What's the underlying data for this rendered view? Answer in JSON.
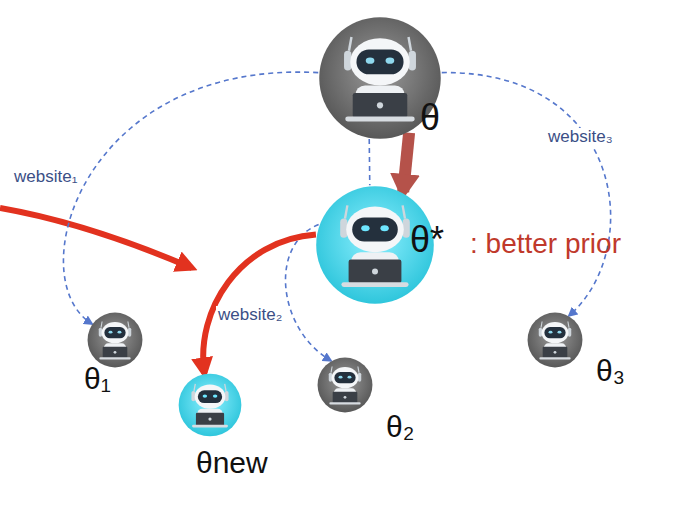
{
  "diagram": {
    "nodes": [
      {
        "text": [
          "θ"
        ]
      },
      {
        "text": [
          "θ*",
          ": better prior"
        ]
      },
      {
        "text": [
          "θ₁"
        ]
      },
      {
        "text": [
          "θnew"
        ]
      },
      {
        "text": [
          "θ₂"
        ]
      },
      {
        "text": [
          "θ₃"
        ]
      }
    ],
    "edges": [
      {
        "from": 0,
        "to": 2,
        "arrow": "to",
        "label": "website₁"
      },
      {
        "from": 0,
        "to": 1,
        "arrow": "none"
      },
      {
        "from": 0,
        "to": 1,
        "arrow": "to"
      },
      {
        "from": 1,
        "to": 4,
        "arrow": "to",
        "label": "website₂"
      },
      {
        "from": 0,
        "to": 5,
        "arrow": "to",
        "label": "website₃"
      },
      {
        "from": 1,
        "to": 3,
        "arrow": "to"
      }
    ]
  }
}
